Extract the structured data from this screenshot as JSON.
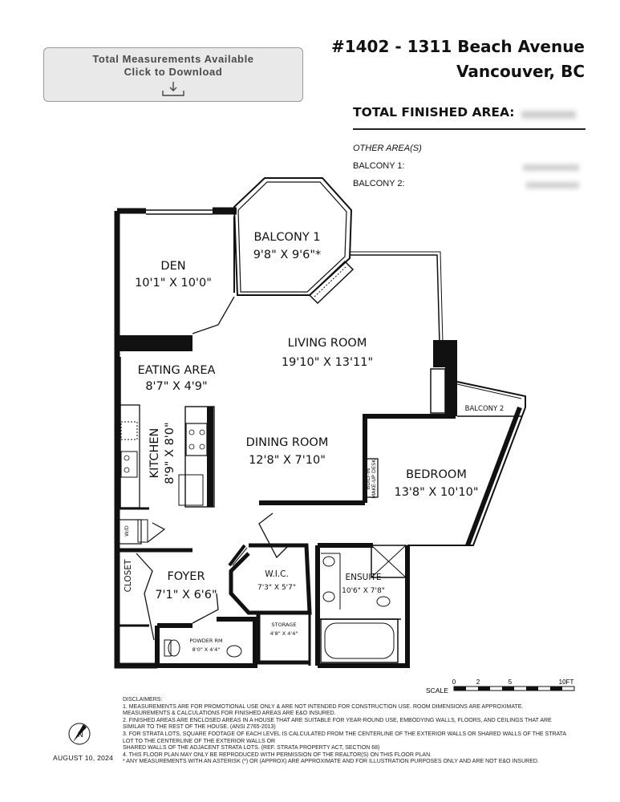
{
  "download": {
    "line1": "Total Measurements Available",
    "line2": "Click to Download",
    "icon": "download-icon"
  },
  "address": {
    "line1": "#1402 - 1311 Beach Avenue",
    "line2": "Vancouver, BC"
  },
  "area": {
    "total_label": "TOTAL FINISHED AREA:",
    "other_label": "OTHER AREA(S)",
    "balcony1_label": "BALCONY 1:",
    "balcony2_label": "BALCONY 2:"
  },
  "rooms": {
    "den": {
      "name": "DEN",
      "dim": "10'1\" X 10'0\""
    },
    "balcony1": {
      "name": "BALCONY 1",
      "dim": "9'8\" X 9'6\"*"
    },
    "living": {
      "name": "LIVING ROOM",
      "dim": "19'10\" X 13'11\""
    },
    "eating": {
      "name": "EATING AREA",
      "dim": "8'7\" X 4'9\""
    },
    "kitchen": {
      "name": "KITCHEN",
      "dim": "8'9\" X 8'0\""
    },
    "dining": {
      "name": "DINING ROOM",
      "dim": "12'8\" X 7'10\""
    },
    "bedroom": {
      "name": "BEDROOM",
      "dim": "13'8\" X 10'10\""
    },
    "balcony2": {
      "name": "BALCONY 2"
    },
    "builtin": {
      "line1": "BUILT-IN",
      "line2": "MAKE-UP DESK"
    },
    "wd": {
      "name": "W/D"
    },
    "closet": {
      "name": "CLOSET"
    },
    "foyer": {
      "name": "FOYER",
      "dim": "7'1\" X 6'6\""
    },
    "wic": {
      "name": "W.I.C.",
      "dim": "7'3\" X 5'7\""
    },
    "ensuite": {
      "name": "ENSUITE",
      "dim": "10'6\" X 7'8\""
    },
    "storage": {
      "name": "STORAGE",
      "dim": "4'8\" X 4'4\""
    },
    "powder": {
      "name": "POWDER RM",
      "dim": "8'0\" X 4'4\""
    }
  },
  "scale": {
    "label": "SCALE",
    "ticks": [
      "0",
      "2",
      "5",
      "10FT"
    ]
  },
  "north": "N",
  "disclaimers": {
    "title": "DISCLAIMERS:",
    "lines": [
      "1. MEASUREMENTS ARE FOR PROMOTIONAL USE ONLY & ARE NOT INTENDED FOR CONSTRUCTION USE. ROOM DIMENSIONS ARE APPROXIMATE. MEASUREMENTS & CALCULATIONS FOR FINISHED AREAS ARE E&O INSURED.",
      "2. FINISHED AREAS ARE ENCLOSED AREAS IN A HOUSE THAT ARE SUITABLE FOR YEAR-ROUND USE, EMBODYING WALLS, FLOORS, AND CEILINGS THAT ARE SIMILAR TO THE REST OF THE HOUSE. (ANSI Z765-2013)",
      "3. FOR STRATA LOTS, SQUARE FOOTAGE OF EACH LEVEL IS CALCULATED FROM THE CENTERLINE OF THE EXTERIOR WALLS OR SHARED WALLS OF THE STRATA LOT TO THE CENTERLINE OF THE EXTERIOR WALLS OR",
      "SHARED WALLS OF THE ADJACENT STRATA LOTS. (REF. STRATA PROPERTY ACT, SECTION 68)",
      "4. THIS FLOOR PLAN MAY ONLY BE REPRODUCED WITH PERMISSION OF THE REALTOR(S) ON THIS FLOOR PLAN.",
      "* ANY MEASUREMENTS WITH AN ASTERISK (*) OR (APPROX) ARE APPROXIMATE AND FOR ILLUSTRATION PURPOSES ONLY AND ARE NOT E&O INSURED."
    ]
  },
  "date": "AUGUST 10, 2024"
}
